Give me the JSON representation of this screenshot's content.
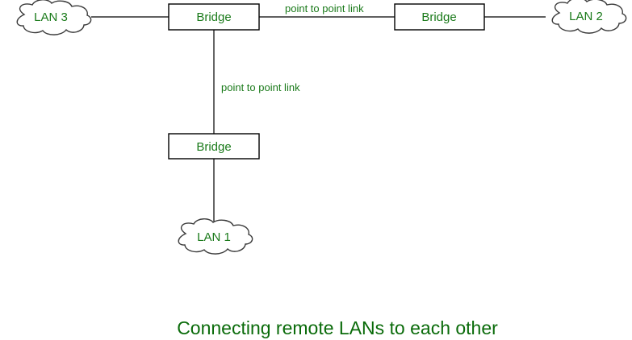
{
  "diagram": {
    "title": "Connecting remote LANs to each other",
    "colors": {
      "node_text": "#1a7a1a",
      "caption_text": "#0a6b0a",
      "edge": "#000000",
      "cloud_outline": "#3a3a3a",
      "background": "#ffffff"
    },
    "clouds": [
      {
        "id": "lan3",
        "label": "LAN 3"
      },
      {
        "id": "lan2",
        "label": "LAN 2"
      },
      {
        "id": "lan1",
        "label": "LAN 1"
      }
    ],
    "bridges": [
      {
        "id": "bridge-top-left",
        "label": "Bridge"
      },
      {
        "id": "bridge-top-right",
        "label": "Bridge"
      },
      {
        "id": "bridge-bottom",
        "label": "Bridge"
      }
    ],
    "link_labels": [
      {
        "id": "link-horizontal",
        "label": "point to point link"
      },
      {
        "id": "link-vertical",
        "label": "point to point link"
      }
    ],
    "connections": [
      {
        "from": "lan3",
        "to": "bridge-top-left",
        "label": ""
      },
      {
        "from": "bridge-top-left",
        "to": "bridge-top-right",
        "label": "point to point link"
      },
      {
        "from": "bridge-top-right",
        "to": "lan2",
        "label": ""
      },
      {
        "from": "bridge-top-left",
        "to": "bridge-bottom",
        "label": "point to point link"
      },
      {
        "from": "bridge-bottom",
        "to": "lan1",
        "label": ""
      }
    ]
  }
}
